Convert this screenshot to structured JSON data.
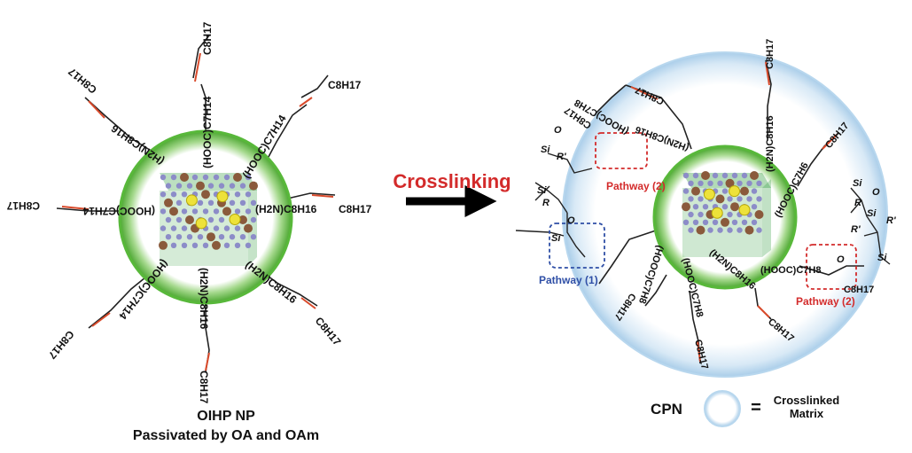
{
  "figure": {
    "left_caption_line1": "OIHP NP",
    "left_caption_line2": "Passivated by OA and OAm",
    "arrow_label": "Crosslinking",
    "right_label": "CPN",
    "legend_equals": "=",
    "legend_line1": "Crosslinked",
    "legend_line2": "Matrix"
  },
  "ligands_left": {
    "ligand_top": "(HOOC)C7H14",
    "tail_top": "C8H17",
    "ligand_upper_right": "(HOOC)C7H14",
    "tail_upper_right": "C8H17",
    "ligand_right": "(H2N)C8H16",
    "tail_right": "C8H17",
    "ligand_lower_right": "(H2N)C8H16",
    "tail_lower_right": "C8H17",
    "ligand_bottom": "(H2N)C8H16",
    "tail_bottom": "C8H17",
    "ligand_lower_left": "(HOOC)C7H14",
    "tail_lower_left": "C8H17",
    "ligand_left": "(HOOC)C7H14",
    "tail_left": "C8H17",
    "ligand_upper_left": "(H2N)C8H16",
    "tail_upper_left": "C8H17"
  },
  "ligands_right": {
    "ligand_top": "(H2N)C8H16",
    "tail_top": "C8H17",
    "ligand_upper_right": "(HOOC)C7H6",
    "tail_upper_right": "C8H17",
    "ligand_right": "(HOOC)C7H8",
    "tail_right": "C8H17",
    "ligand_bottom": "(H2N)C8H16",
    "tail_bottom": "C8H17",
    "ligand_bottom_left": "(HOOC)C7H8",
    "tail_bottom_left": "C8H17",
    "ligand_left": "(HOOC)C7H8",
    "tail_left": "C8H17",
    "ligand_upper_left": "(H2N)C8H16",
    "tail_upper_left": "C8H17",
    "ligand_top_left": "(HOOC)C7H8",
    "tail_top_left": "C8H17"
  },
  "chemistry": {
    "pathway1": "Pathway (1)",
    "pathway2": "Pathway (2)",
    "si": "Si",
    "o": "O",
    "r": "R",
    "r_prime": "R'"
  },
  "colors": {
    "shell_green": "#58b83a",
    "matrix_blue": "#b8d7ee",
    "alkene_red": "#d94a2b",
    "pathway1_blue": "#2f4fa6",
    "pathway2_red": "#d32b2b",
    "atom_purple": "#8c8cc8",
    "atom_brown": "#8a5a3c",
    "atom_yellow": "#ede23a",
    "lattice_green": "#3fa34a"
  }
}
